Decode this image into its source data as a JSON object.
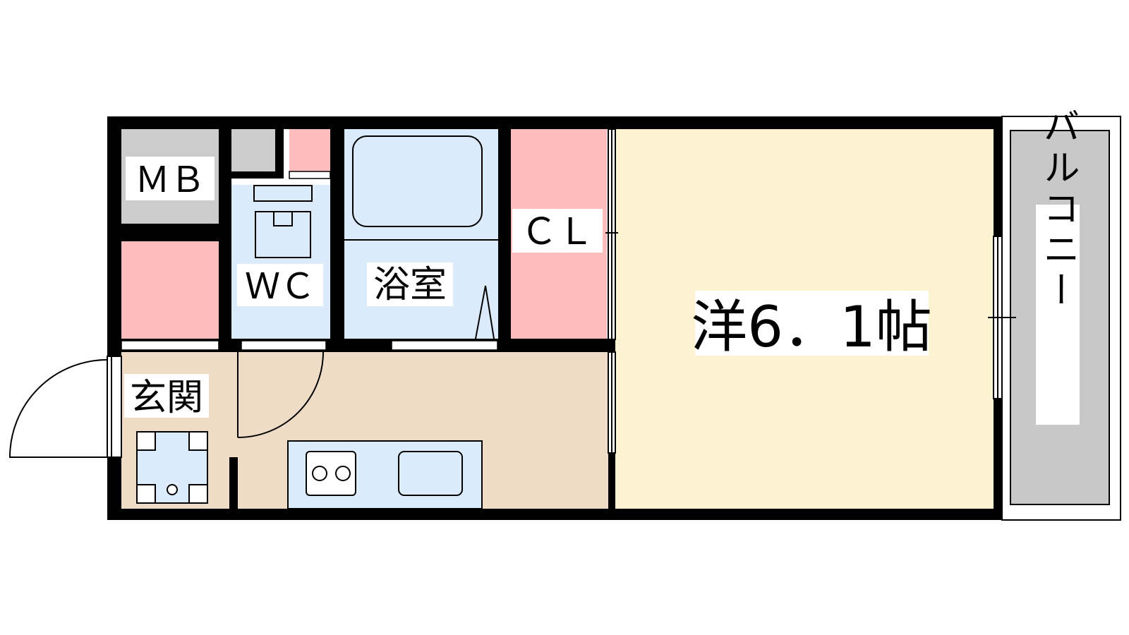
{
  "rooms": {
    "mb": "ＭＢ",
    "wc": "ＷＣ",
    "bathroom": "浴室",
    "closet": "ＣＬ",
    "entrance": "玄関",
    "western_room": "洋6．1帖",
    "balcony": "バルコニー"
  },
  "colors": {
    "wall": "#000000",
    "utility_gray": "#cccccc",
    "storage_pink": "#fdbdbd",
    "wet_area_blue": "#dcebfb",
    "kitchen_beige": "#efdcc6",
    "room_cream": "#fdf2d2",
    "balcony_gray": "#c8c8c8"
  }
}
